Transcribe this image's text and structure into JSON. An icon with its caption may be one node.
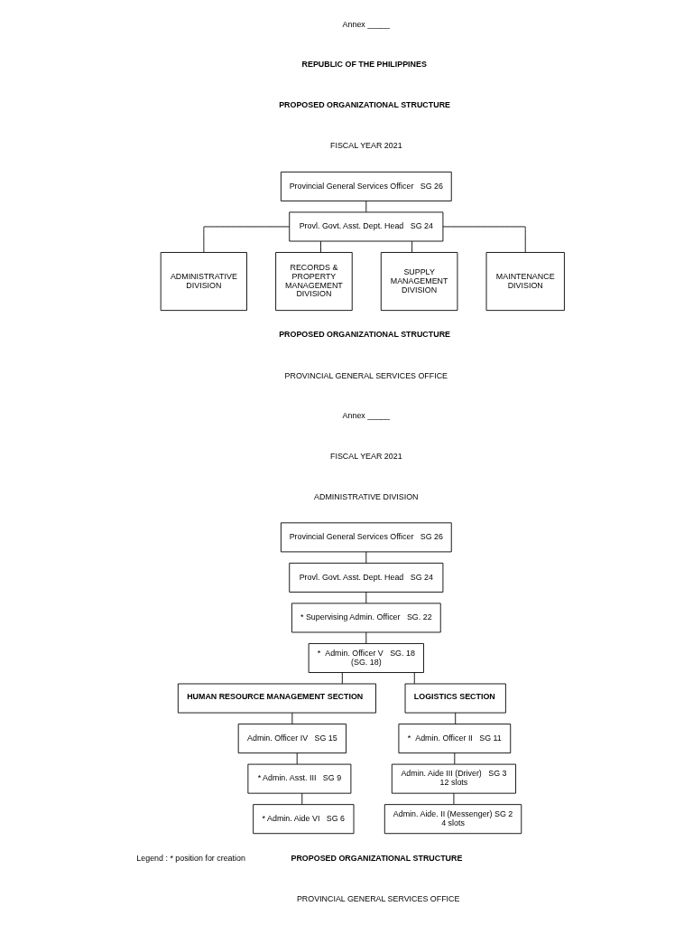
{
  "diagram": {
    "nodes": [
      {
        "text": [
          "Provincial General Services Officer   SG 26"
        ]
      },
      {
        "text": [
          "Provl. Govt. Asst. Dept. Head   SG 24"
        ]
      },
      {
        "text": [
          "ADMINISTRATIVE DIVISION"
        ]
      },
      {
        "text": [
          "RECORDS & PROPERTY MANAGEMENT DIVISION"
        ]
      },
      {
        "text": [
          "SUPPLY MANAGEMENT DIVISION"
        ]
      },
      {
        "text": [
          "MAINTENANCE DIVISION"
        ]
      },
      {
        "text": [
          "Provincial General Services Officer   SG 26"
        ]
      },
      {
        "text": [
          "Provl. Govt. Asst. Dept. Head   SG 24"
        ]
      },
      {
        "text": [
          "* Supervising Admin. Officer   SG. 22"
        ]
      },
      {
        "text": [
          "*  Admin. Officer V   SG. 18",
          "(SG. 18)"
        ]
      },
      {
        "text": [
          "HUMAN RESOURCE MANAGEMENT SECTION"
        ]
      },
      {
        "text": [
          "LOGISTICS SECTION"
        ]
      },
      {
        "text": [
          "Admin. Officer IV   SG 15"
        ]
      },
      {
        "text": [
          "* Admin. Asst. III   SG 9"
        ]
      },
      {
        "text": [
          "* Admin. Aide VI   SG 6"
        ]
      },
      {
        "text": [
          "*  Admin. Officer II   SG 11"
        ]
      },
      {
        "text": [
          "Admin. Aide III (Driver)   SG 3",
          "12 slots"
        ]
      },
      {
        "text": [
          "Admin. Aide. II (Messenger) SG 2",
          "4 slots"
        ]
      }
    ],
    "edges": [
      {
        "from": 0,
        "to": 1,
        "arrow": "none"
      },
      {
        "from": 1,
        "to": 2,
        "arrow": "none"
      },
      {
        "from": 1,
        "to": 3,
        "arrow": "none"
      },
      {
        "from": 1,
        "to": 4,
        "arrow": "none"
      },
      {
        "from": 1,
        "to": 5,
        "arrow": "none"
      },
      {
        "from": 6,
        "to": 7,
        "arrow": "none"
      },
      {
        "from": 7,
        "to": 8,
        "arrow": "none"
      },
      {
        "from": 8,
        "to": 9,
        "arrow": "none"
      },
      {
        "from": 9,
        "to": 10,
        "arrow": "none"
      },
      {
        "from": 9,
        "to": 11,
        "arrow": "none"
      },
      {
        "from": 10,
        "to": 12,
        "arrow": "none"
      },
      {
        "from": 12,
        "to": 13,
        "arrow": "none"
      },
      {
        "from": 13,
        "to": 14,
        "arrow": "none"
      },
      {
        "from": 11,
        "to": 15,
        "arrow": "none"
      },
      {
        "from": 15,
        "to": 16,
        "arrow": "none"
      },
      {
        "from": 16,
        "to": 17,
        "arrow": "none"
      }
    ],
    "labels": [
      "Annex _____",
      "REPUBLIC OF THE PHILIPPINES",
      "PROPOSED ORGANIZATIONAL STRUCTURE",
      "FISCAL YEAR 2021",
      "PROPOSED ORGANIZATIONAL STRUCTURE",
      "PROVINCIAL GENERAL SERVICES OFFICE",
      "Annex _____",
      "FISCAL YEAR 2021",
      "ADMINISTRATIVE DIVISION",
      "PROPOSED ORGANIZATIONAL STRUCTURE",
      "Legend : * position for creation",
      "PROVINCIAL GENERAL SERVICES OFFICE"
    ]
  }
}
